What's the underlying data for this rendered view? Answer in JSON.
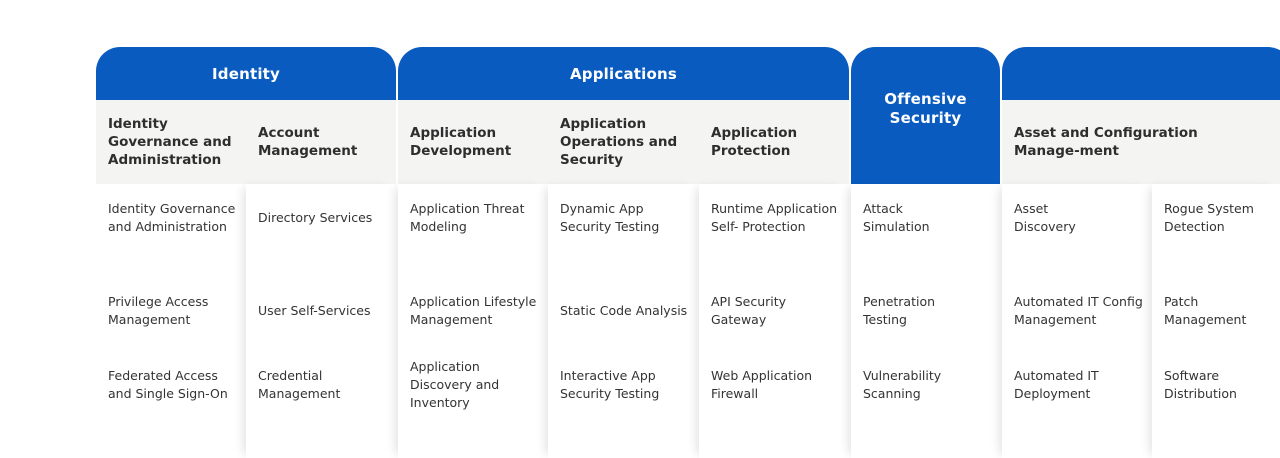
{
  "groups": {
    "identity": "Identity",
    "applications": "Applications",
    "offensive": "Offensive\nSecurity",
    "asset": ""
  },
  "columns": [
    {
      "header": "Identity Governance and Administration",
      "items": [
        "Identity Governance and Administration",
        "Privilege Access Management",
        "Federated Access and Single Sign-On"
      ]
    },
    {
      "header": "Account Management",
      "items": [
        "Directory Services",
        "User Self-Services",
        "Credential Management"
      ]
    },
    {
      "header": "Application Development",
      "items": [
        "Application Threat Modeling",
        "Application Lifestyle Management",
        "Application Discovery and Inventory"
      ]
    },
    {
      "header": "Application Operations and Security",
      "items": [
        "Dynamic App Security Testing",
        "Static Code Analysis",
        "Interactive App Security Testing"
      ]
    },
    {
      "header": "Application Protection",
      "items": [
        "Runtime Application Self- Protection",
        "API Security Gateway",
        "Web Application Firewall"
      ]
    },
    {
      "header": "",
      "items": [
        "Attack Simulation",
        "Penetration Testing",
        "Vulnerability Scanning"
      ]
    },
    {
      "header": "Asset and Configuration Manage-ment",
      "items": [
        "Asset Discovery",
        "Automated IT Config Management",
        "Automated IT Deployment"
      ]
    },
    {
      "header": "",
      "items": [
        "Rogue System Detection",
        "Patch Management",
        "Software Distribution"
      ]
    }
  ]
}
